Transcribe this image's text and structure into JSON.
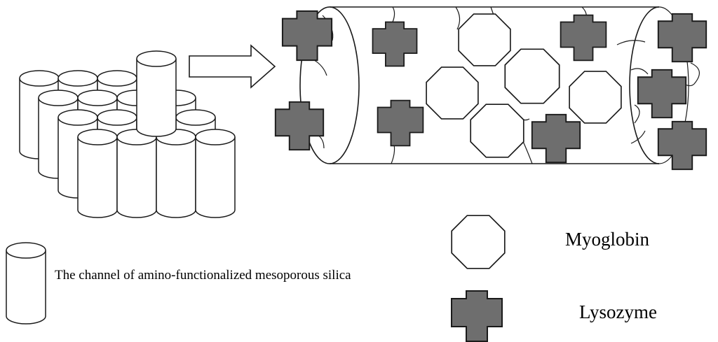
{
  "legend": {
    "channel_label": "The channel of amino-functionalized mesoporous silica",
    "myoglobin_label": "Myoglobin",
    "lysozyme_label": "Lysozyme"
  },
  "colors": {
    "lysozyme_fill": "#6e6e6e",
    "outline": "#1a1a1a",
    "background": "#ffffff"
  },
  "icons": {
    "channel": "cylinder-icon",
    "myoglobin": "octagon-icon",
    "lysozyme": "cross-icon",
    "arrow": "right-arrow-icon"
  }
}
